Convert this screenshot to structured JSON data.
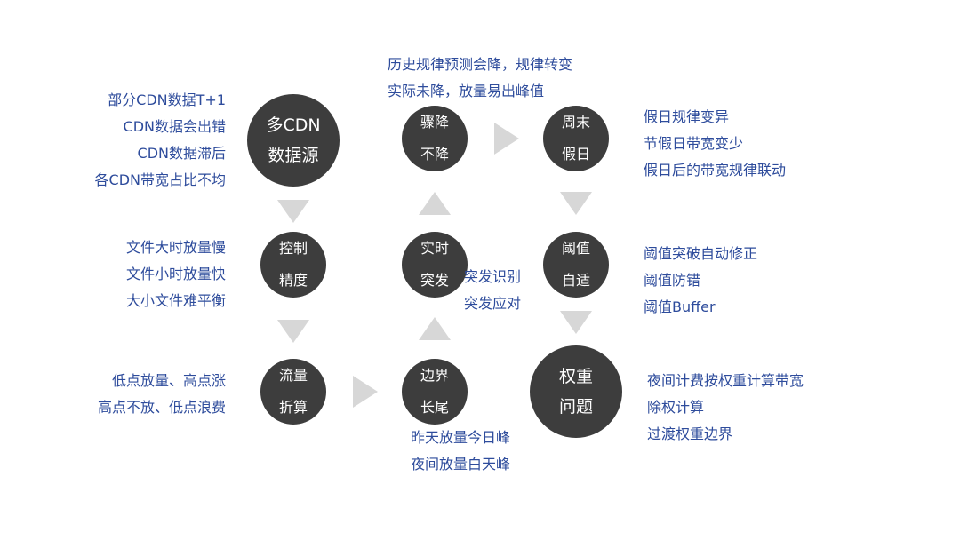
{
  "nodes": {
    "multi_cdn": [
      "多CDN",
      "数据源"
    ],
    "control_precision": [
      "控制",
      "精度"
    ],
    "traffic_discount": [
      "流量",
      "折算"
    ],
    "drop_no_drop": [
      "骤降",
      "不降"
    ],
    "realtime_burst": [
      "实时",
      "突发"
    ],
    "boundary_long_tail": [
      "边界",
      "长尾"
    ],
    "weekend_holiday": [
      "周末",
      "假日"
    ],
    "threshold_adapt": [
      "阈值",
      "自适"
    ],
    "weight_issue": [
      "权重",
      "问题"
    ]
  },
  "notes": {
    "cdn_source": [
      "部分CDN数据T+1",
      "CDN数据会出错",
      "CDN数据滞后",
      "各CDN带宽占比不均"
    ],
    "precision": [
      "文件大时放量慢",
      "文件小时放量快",
      "大小文件难平衡"
    ],
    "discount": [
      "低点放量、高点涨",
      "高点不放、低点浪费"
    ],
    "history": [
      "历史规律预测会降，规律转变",
      "实际未降，放量易出峰值"
    ],
    "burst": [
      "突发识别",
      "突发应对"
    ],
    "long_tail": [
      "昨天放量今日峰",
      "夜间放量白天峰"
    ],
    "holiday": [
      "假日规律变异",
      "节假日带宽变少",
      "假日后的带宽规律联动"
    ],
    "threshold": [
      "阈值突破自动修正",
      "阈值防错",
      "阈值Buffer"
    ],
    "weight": [
      "夜间计费按权重计算带宽",
      "除权计算",
      "过渡权重边界"
    ]
  },
  "colors": {
    "node": "#3d3d3d",
    "arrow": "#d7d7d7",
    "note_text": "#2e4c9c"
  }
}
